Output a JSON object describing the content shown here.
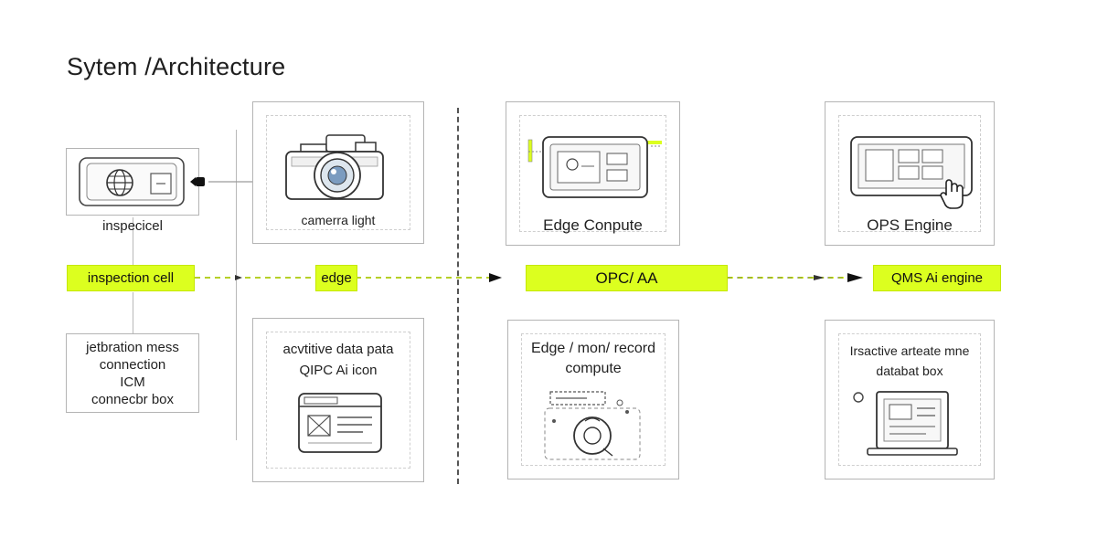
{
  "title": "Sytem /Architecture",
  "boxes": {
    "inspec": {
      "label": "inspecicel"
    },
    "camera": {
      "label": "camerra light"
    },
    "edge_compute": {
      "label": "Edge Conpute"
    },
    "ops_engine": {
      "label": "OPS Engine"
    },
    "jetbration": {
      "lines": [
        "jetbration mess",
        "connection",
        "ICM",
        "connecbr box"
      ]
    },
    "active_data": {
      "lines": [
        "acvtitive data pata",
        "QIPC Ai icon"
      ]
    },
    "edge_record": {
      "lines": [
        "Edge / mon/ record",
        "compute"
      ]
    },
    "inactive": {
      "lines": [
        "Irsactive arteate mne",
        "databat box"
      ]
    }
  },
  "bands": {
    "inspection_cell": "inspection cell",
    "edge": "edge",
    "opc": "OPC/ AA",
    "qms": "QMS Ai engine"
  },
  "colors": {
    "accent": "#dcff1f",
    "accent_border": "#c5e800",
    "box_border": "#b4b4b4"
  },
  "icons": [
    "terminal-globe-icon",
    "connector-plug-icon",
    "camera-icon",
    "edge-screen-icon",
    "ops-dashboard-icon",
    "hand-cursor-icon",
    "browser-window-icon",
    "gear-analytics-icon",
    "laptop-icon"
  ]
}
